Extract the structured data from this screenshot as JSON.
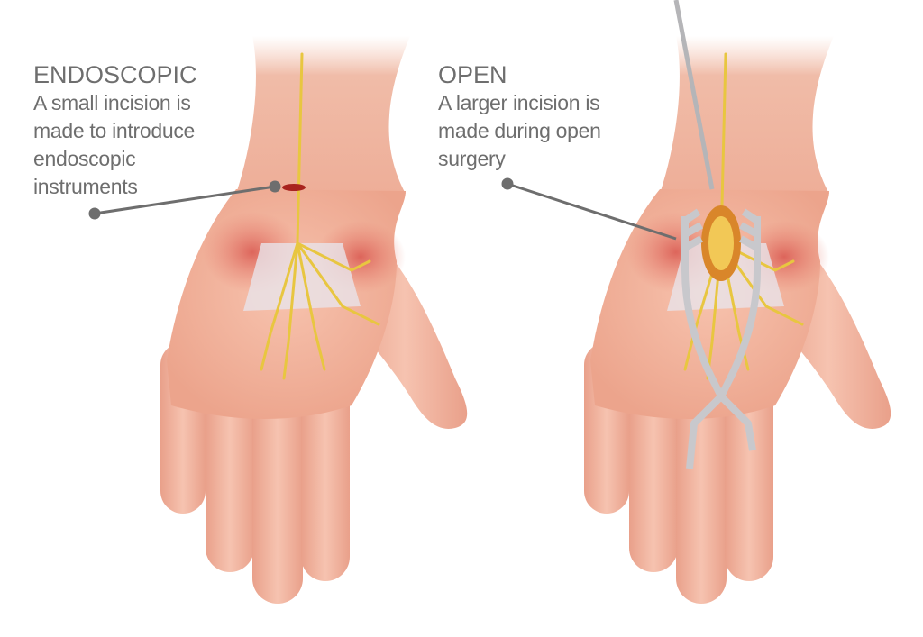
{
  "panels": [
    {
      "title": "ENDOSCOPIC",
      "lines": [
        "A small incision is",
        "made to introduce",
        "endoscopic",
        "instruments"
      ]
    },
    {
      "title": "OPEN",
      "lines": [
        "A larger incision is",
        "made during open",
        "surgery"
      ]
    }
  ],
  "colors": {
    "text": "#6e6e6e",
    "skin": "#f2b49e",
    "nerve": "#e8c640",
    "muscle": "#d9574f",
    "leader": "#6e6e6e"
  }
}
